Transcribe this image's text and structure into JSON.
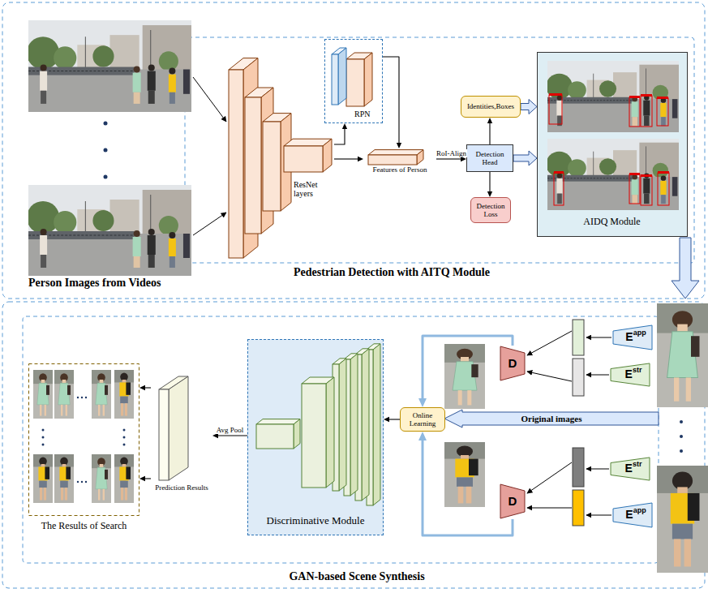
{
  "diagram": {
    "nodes": [
      {
        "text": [
          "ResNet layers"
        ]
      },
      {
        "text": [
          "RPN"
        ]
      },
      {
        "text": [
          "Features of Person"
        ]
      },
      {
        "text": [
          "Identities,Boxes"
        ]
      },
      {
        "text": [
          "Detection Head"
        ]
      },
      {
        "text": [
          "Detection Loss"
        ]
      },
      {
        "text": [
          "AIDQ Module"
        ]
      },
      {
        "text": [
          "E",
          "app"
        ]
      },
      {
        "text": [
          "E",
          "str"
        ]
      },
      {
        "text": [
          "E",
          "str"
        ]
      },
      {
        "text": [
          "E",
          "app"
        ]
      },
      {
        "text": [
          "D"
        ]
      },
      {
        "text": [
          "D"
        ]
      },
      {
        "text": [
          "Online Learning"
        ]
      },
      {
        "text": [
          "Discriminative Module"
        ]
      },
      {
        "text": [
          "Prediction Results"
        ]
      },
      {
        "text": [
          "The Results of Search"
        ]
      }
    ],
    "edges": [
      {
        "from": 0,
        "to": 2,
        "arrow": "to"
      },
      {
        "from": 0,
        "to": 1,
        "arrow": "to"
      },
      {
        "from": 1,
        "to": 2,
        "arrow": "to"
      },
      {
        "from": 2,
        "to": 4,
        "label": "RoI-Align",
        "arrow": "to"
      },
      {
        "from": 4,
        "to": 3,
        "arrow": "to"
      },
      {
        "from": 4,
        "to": 5,
        "arrow": "to"
      },
      {
        "from": 3,
        "to": 6,
        "arrow": "to"
      },
      {
        "from": 4,
        "to": 6,
        "arrow": "to"
      },
      {
        "from": 11,
        "to": 13,
        "arrow": "to"
      },
      {
        "from": 12,
        "to": 13,
        "arrow": "to"
      },
      {
        "from": 13,
        "to": 14,
        "arrow": "to"
      },
      {
        "from": 14,
        "to": 15,
        "label": "Avg Pool",
        "arrow": "to"
      },
      {
        "from": 15,
        "to": 16,
        "arrow": "to"
      },
      {
        "from": 15,
        "to": 16,
        "arrow": "to"
      }
    ],
    "labels": [
      "Person Images from Videos",
      "Pedestrian Detection with AITQ Module",
      "Original images",
      "GAN-based Scene Synthesis"
    ]
  }
}
